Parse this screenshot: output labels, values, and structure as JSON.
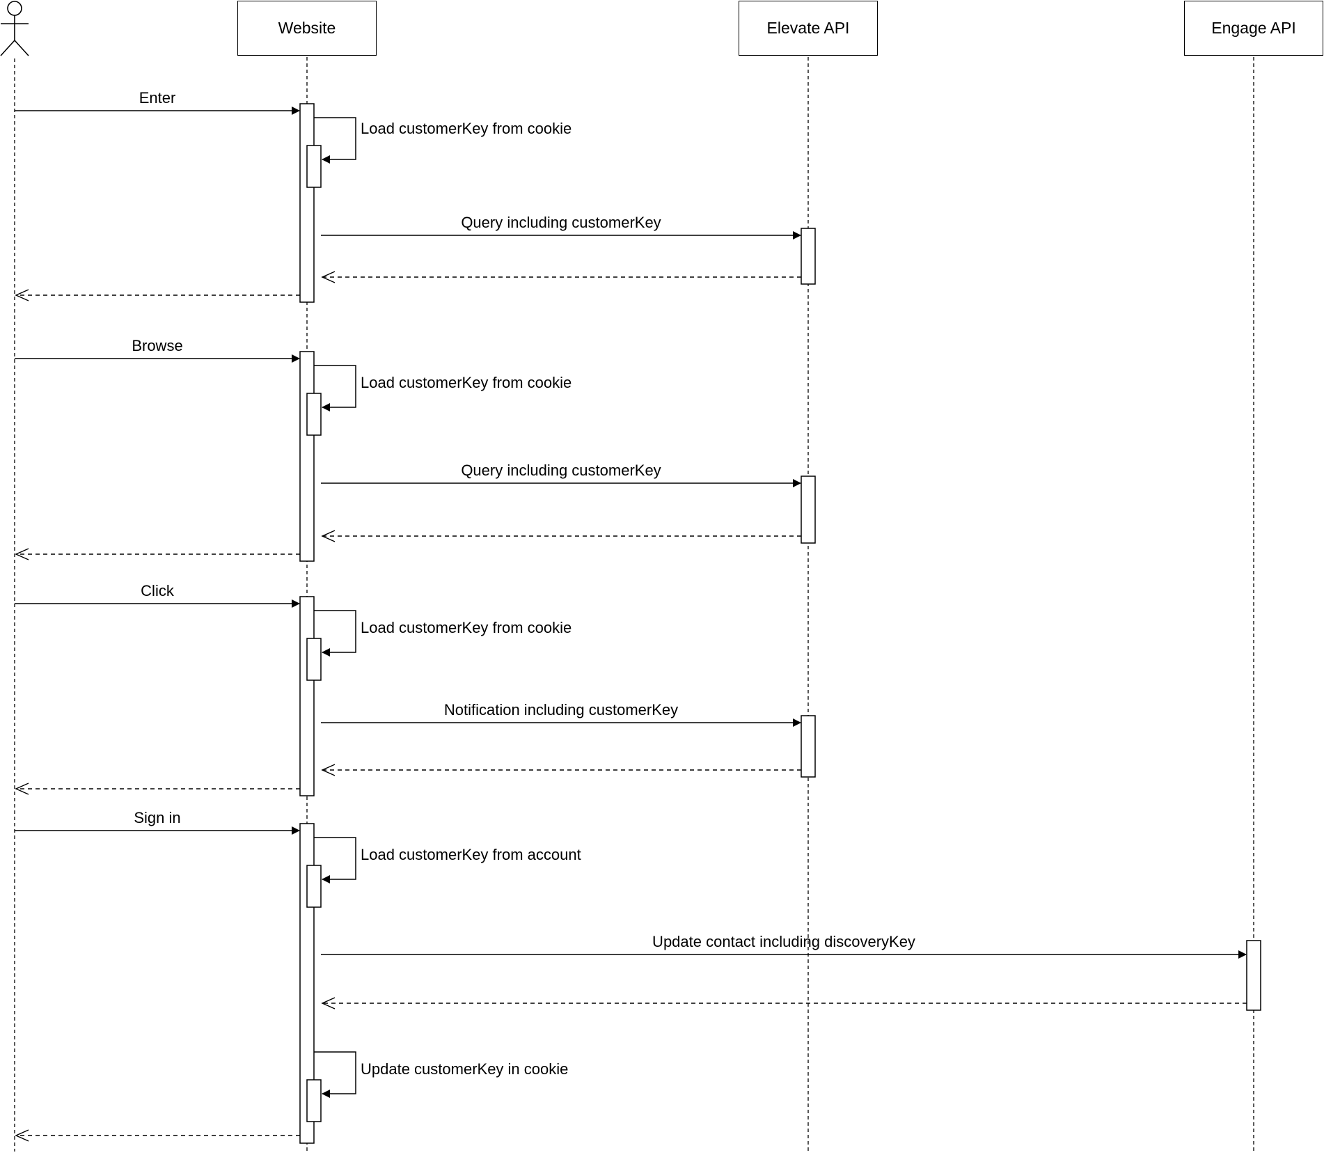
{
  "participants": [
    {
      "id": "user",
      "label": ""
    },
    {
      "id": "website",
      "label": "Website"
    },
    {
      "id": "elevate",
      "label": "Elevate API"
    },
    {
      "id": "engage",
      "label": "Engage API"
    }
  ],
  "blocks": [
    {
      "trigger": "Enter",
      "self_action": "Load customerKey from cookie",
      "call": "Query including customerKey",
      "target": "Elevate API"
    },
    {
      "trigger": "Browse",
      "self_action": "Load customerKey from cookie",
      "call": "Query including customerKey",
      "target": "Elevate API"
    },
    {
      "trigger": "Click",
      "self_action": "Load customerKey from cookie",
      "call": "Notification including customerKey",
      "target": "Elevate API"
    },
    {
      "trigger": "Sign in",
      "self_action": "Load customerKey from account",
      "call": "Update contact including discoveryKey",
      "target": "Engage API",
      "final_self_action": "Update customerKey in cookie"
    }
  ]
}
